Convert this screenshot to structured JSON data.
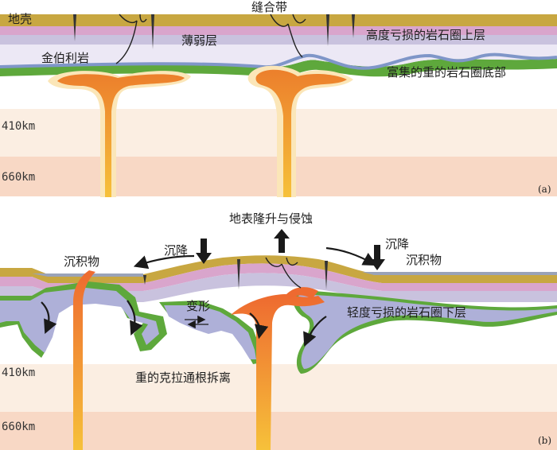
{
  "panel_a": {
    "tag": "(a)",
    "labels": {
      "crust": "地壳",
      "suture": "缝合带",
      "kimberlite": "金伯利岩",
      "weak_layer": "薄弱层",
      "depleted_upper": "高度亏损的岩石圈上层",
      "enriched_base": "富集的重的岩石圈底部",
      "d410": "410km",
      "d660": "660km"
    }
  },
  "panel_b": {
    "tag": "(b)",
    "labels": {
      "uplift": "地表隆升与侵蚀",
      "subsidence_left": "沉降",
      "subsidence_right": "沉降",
      "sediment_left": "沉积物",
      "sediment_right": "沉积物",
      "deformation": "变形",
      "lower_lithosphere": "轻度亏损的岩石圈下层",
      "delamination": "重的克拉通根拆离",
      "d410": "410km",
      "d660": "660km"
    }
  },
  "colors": {
    "crust": "#c8a741",
    "pink_layer": "#d9a5cc",
    "lavender_layer": "#c7bfdc",
    "blue_line": "#7f96c8",
    "green_base": "#5ea83c",
    "mantle_light": "#fbeee2",
    "mantle_mid": "#f9dcc9",
    "mantle_deep": "#f7c9b0",
    "plume_orange": "#ec7f2c",
    "plume_yellow": "#f6c13a",
    "halo": "#fbe6b8",
    "root_lavender": "#aeb0d8"
  }
}
